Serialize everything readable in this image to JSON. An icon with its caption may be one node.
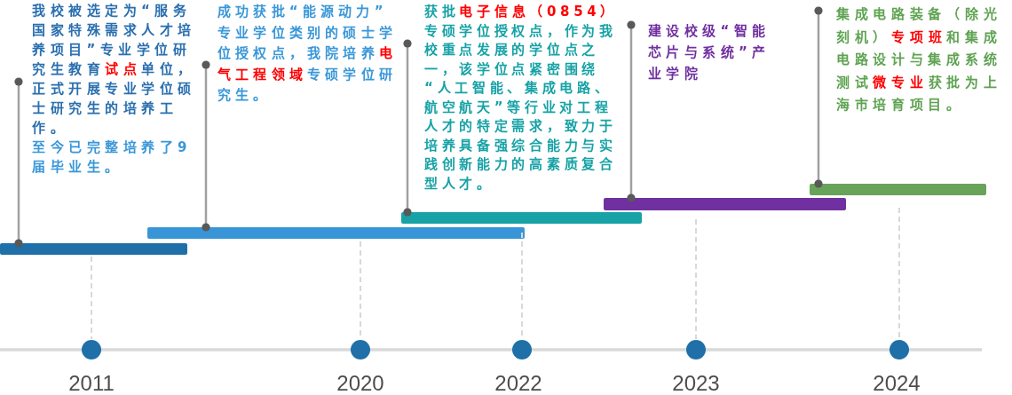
{
  "diagram": {
    "nodes": [
      {
        "text": [
          "我校被选定为“服务国家特殊需求人才培养项目”专业学位研究生教育**试点**单位，正式开展专业学位硕士研究生的培养工作。",
          "至今已完整培养了9届毕业生。"
        ]
      },
      {
        "text": [
          "成功获批“能源动力”专业学位类别的硕士学位授权点，我院培养**电气工程领域**专硕学位研究生。"
        ]
      },
      {
        "text": [
          "获批**电子信息（0854）**专硕学位授权点，作为我校重点发展的学位点之一，该学位点紧密围绕“人工智能、集成电路、航空航天”等行业对工程人才的特定需求，致力于培养具备强综合能力与实践创新能力的高素质复合型人才。"
        ]
      },
      {
        "text": [
          "建设校级“智能芯片与系统”产业学院"
        ]
      },
      {
        "text": [
          "集成电路装备（除光刻机）**专项班**和集成电路设计与集成系统测试**微专业**获批为上海市培育项目。"
        ]
      },
      {
        "text": [],
        "shape": "bar"
      },
      {
        "text": [],
        "shape": "bar"
      },
      {
        "text": [],
        "shape": "bar"
      },
      {
        "text": [],
        "shape": "bar"
      },
      {
        "text": [],
        "shape": "bar"
      }
    ],
    "edges": [
      {
        "from": 0,
        "to": 5,
        "arrow": "other"
      },
      {
        "from": 1,
        "to": 6,
        "arrow": "other"
      },
      {
        "from": 2,
        "to": 7,
        "arrow": "other"
      },
      {
        "from": 3,
        "to": 8,
        "arrow": "other"
      },
      {
        "from": 4,
        "to": 9,
        "arrow": "other"
      }
    ],
    "labels": [
      "2011",
      "2020",
      "2022",
      "2023",
      "2024"
    ]
  }
}
